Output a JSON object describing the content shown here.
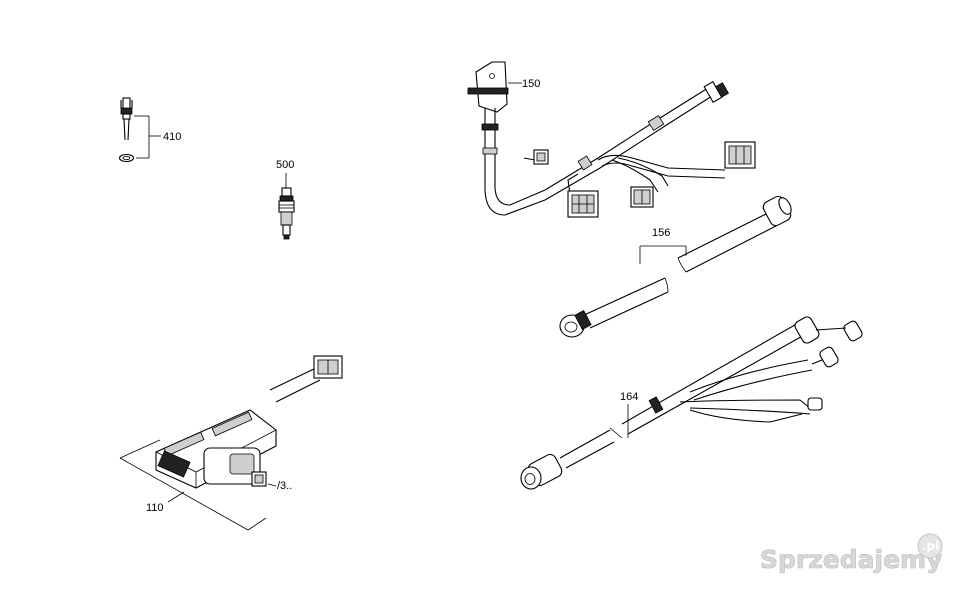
{
  "labels": {
    "p410": "410",
    "p500": "500",
    "p150": "150",
    "p156": "156",
    "p164": "164",
    "p110": "110",
    "p_slash3": "/3.."
  },
  "watermark": {
    "text": "Sprzedajemy",
    "badge": ".pl"
  },
  "colors": {
    "ink": "#000000",
    "background": "#ffffff",
    "watermark": "#d8d8d8"
  }
}
